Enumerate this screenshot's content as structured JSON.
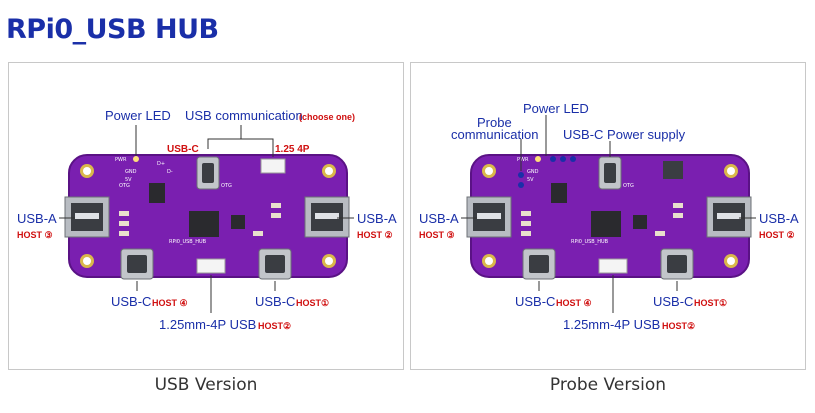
{
  "title": "RPi0_USB HUB",
  "usb_version": {
    "caption": "USB Version",
    "power_led": "Power LED",
    "usb_comm": "USB communication",
    "choose_one": "(choose one)",
    "usb_c_top": "USB-C",
    "p125_4p": "1.25 4P",
    "usb_a_left": "USB-A",
    "host3": "HOST ③",
    "usb_a_right": "USB-A",
    "host2": "HOST ②",
    "usb_c_left": "USB-C",
    "host4": "HOST ④",
    "usb_c_right": "USB-C",
    "host1": "HOST①",
    "mm125_usb": "1.25mm-4P USB",
    "host2b": "HOST②"
  },
  "probe_version": {
    "caption": "Probe Version",
    "probe": "Probe",
    "communication": "communication",
    "power_led": "Power LED",
    "usb_c_power": "USB-C Power supply",
    "usb_a_left": "USB-A",
    "host3": "HOST ③",
    "usb_a_right": "USB-A",
    "host2": "HOST ②",
    "usb_c_left": "USB-C",
    "host4": "HOST ④",
    "usb_c_right": "USB-C",
    "host1": "HOST①",
    "mm125_usb": "1.25mm-4P USB",
    "host2b": "HOST②"
  },
  "silkscreen": {
    "pwr": "PWR",
    "gnd": "GND",
    "v5": "5V",
    "dp": "D+",
    "dm": "D-",
    "otg": "OTG",
    "board": "RPi0_USB_HUB"
  },
  "colors": {
    "title": "#1a2fa8",
    "label": "#1a2fa8",
    "host": "#d01010",
    "pcb": "#7a1fb0"
  }
}
